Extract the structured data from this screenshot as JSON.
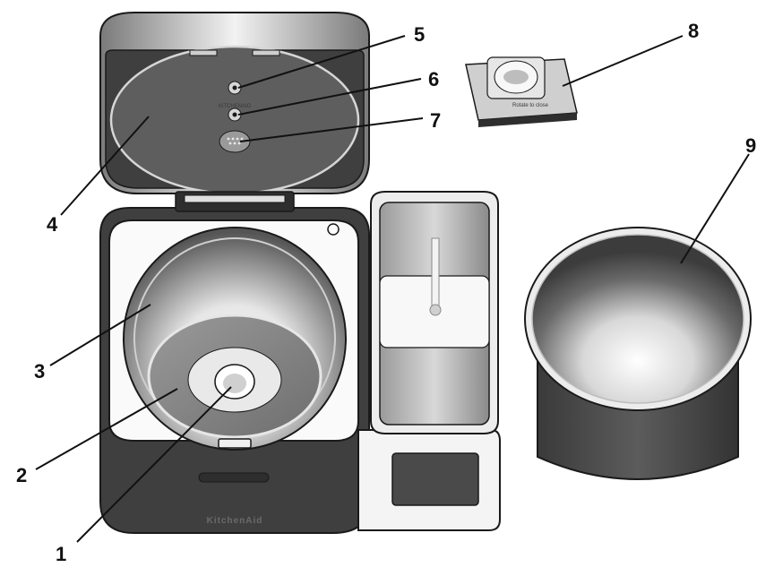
{
  "callouts": [
    {
      "number": "1",
      "part": "center-cap"
    },
    {
      "number": "2",
      "part": "stirring-plate"
    },
    {
      "number": "3",
      "part": "inner-lid-gasket"
    },
    {
      "number": "4",
      "part": "lid-cover"
    },
    {
      "number": "5",
      "part": "steam-vent"
    },
    {
      "number": "6",
      "part": "lid-sensor"
    },
    {
      "number": "7",
      "part": "steam-release-valve"
    },
    {
      "number": "8",
      "part": "steam-basket-cap"
    },
    {
      "number": "9",
      "part": "cooking-pot"
    }
  ],
  "product": {
    "brand_mark": "KitchenAid",
    "lid_brand_mark": "KITCHENAID"
  },
  "steam_cap": {
    "label": "Rotate to close"
  },
  "colors": {
    "body_dark": "#3f3f3f",
    "body_mid": "#5a5a5a",
    "metal_light": "#e9e9e9",
    "outline": "#1a1a1a"
  }
}
